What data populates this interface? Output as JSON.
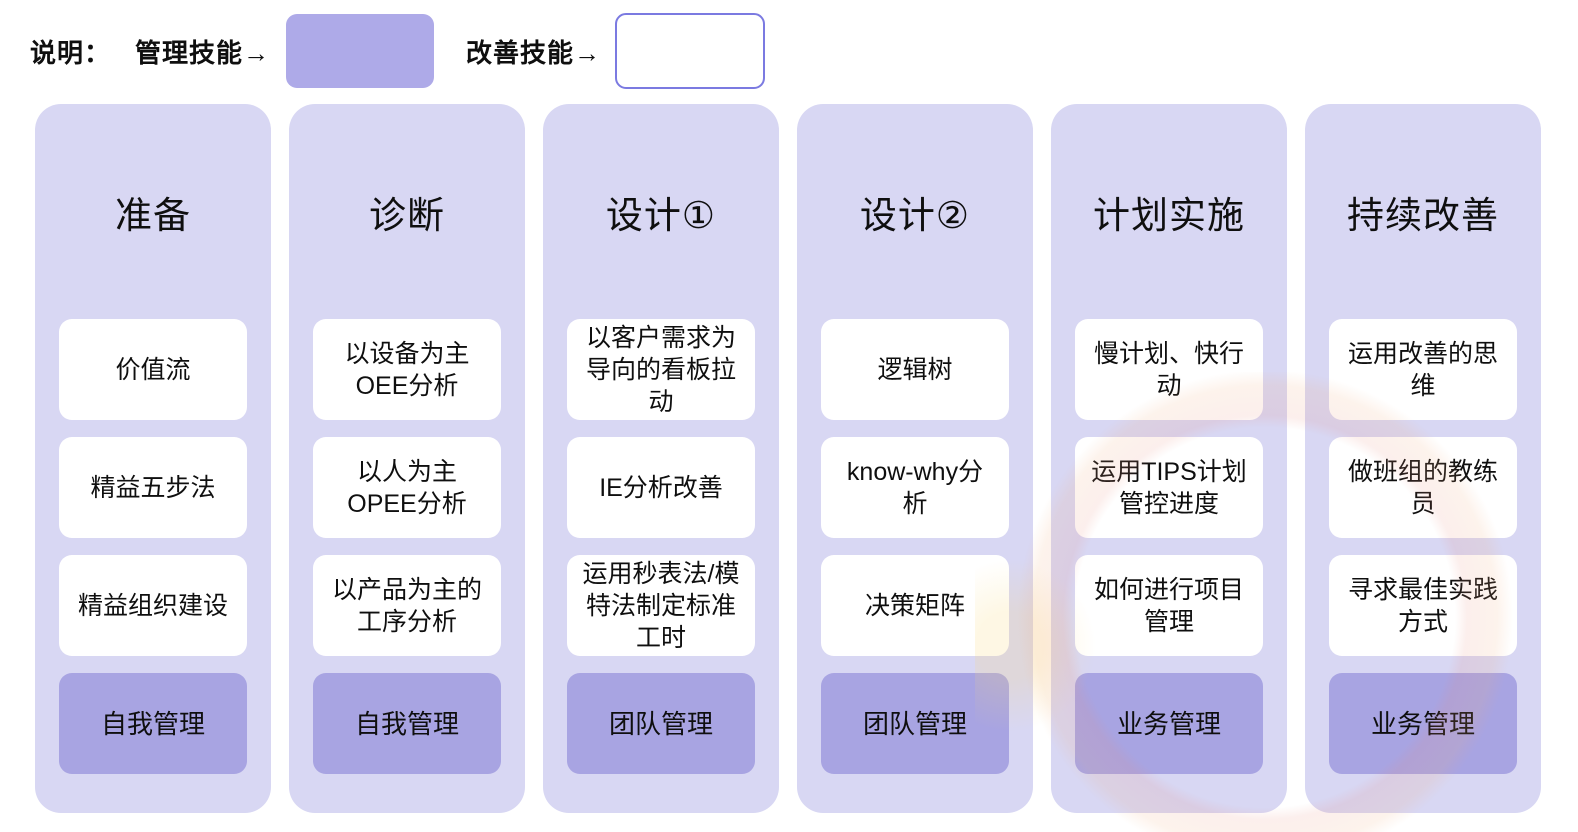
{
  "legend": {
    "prefix": "说明：",
    "management_label": "管理技能→",
    "improvement_label": "改善技能→"
  },
  "colors": {
    "column_bg": "#d8d7f3",
    "card_bg": "#ffffff",
    "management_card_bg": "#a8a4e2",
    "legend_management_fill": "#aeaae8",
    "improvement_border": "#7b7ae1",
    "text": "#0f0f0f"
  },
  "columns": [
    {
      "title": "准备",
      "cards": [
        "价值流",
        "精益五步法",
        "精益组织建设"
      ],
      "management_card": "自我管理"
    },
    {
      "title": "诊断",
      "cards": [
        "以设备为主OEE分析",
        "以人为主OPEE分析",
        "以产品为主的工序分析"
      ],
      "management_card": "自我管理"
    },
    {
      "title": "设计①",
      "cards": [
        "以客户需求为导向的看板拉动",
        "IE分析改善",
        "运用秒表法/模特法制定标准工时"
      ],
      "management_card": "团队管理"
    },
    {
      "title": "设计②",
      "cards": [
        "逻辑树",
        "know-why分析",
        "决策矩阵"
      ],
      "management_card": "团队管理"
    },
    {
      "title": "计划实施",
      "cards": [
        "慢计划、快行动",
        "运用TIPS计划管控进度",
        "如何进行项目管理"
      ],
      "management_card": "业务管理"
    },
    {
      "title": "持续改善",
      "cards": [
        "运用改善的思维",
        "做班组的教练员",
        "寻求最佳实践方式"
      ],
      "management_card": "业务管理"
    }
  ]
}
